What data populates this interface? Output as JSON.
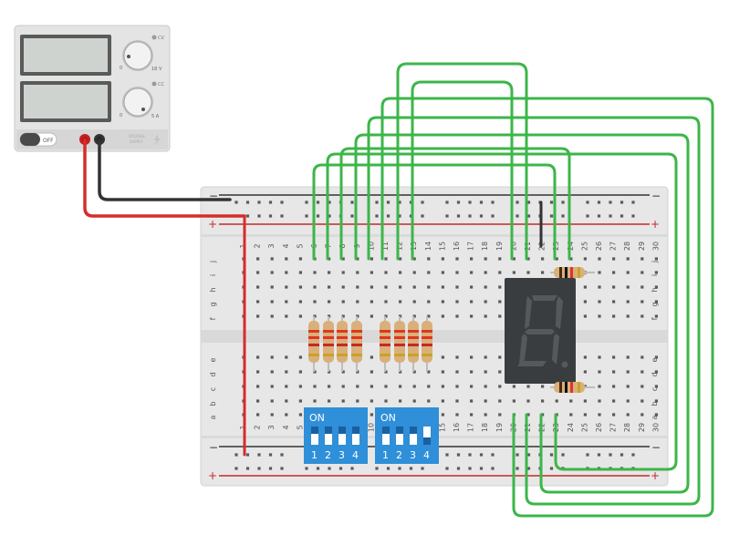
{
  "power_supply": {
    "knob1_label": "18 V",
    "knob1_min": "0",
    "knob2_label": "5 A",
    "knob2_min": "0",
    "cv_label": "CV",
    "cc_label": "CC",
    "switch_label": "OFF",
    "brand_line1": "VOLTAGE",
    "brand_line2": "SUPPLY"
  },
  "breadboard": {
    "columns": [
      "1",
      "2",
      "3",
      "4",
      "5",
      "6",
      "7",
      "8",
      "9",
      "10",
      "11",
      "12",
      "13",
      "14",
      "15",
      "16",
      "17",
      "18",
      "19",
      "20",
      "21",
      "22",
      "23",
      "24",
      "25",
      "26",
      "27",
      "28",
      "29",
      "30"
    ],
    "rows_top": [
      "j",
      "i",
      "h",
      "g",
      "f"
    ],
    "rows_bottom": [
      "e",
      "d",
      "c",
      "b",
      "a"
    ],
    "rail_minus": "−",
    "rail_plus": "+"
  },
  "dip_switches": [
    {
      "on_label": "ON",
      "numbers": [
        "1",
        "2",
        "3",
        "4"
      ]
    },
    {
      "on_label": "ON",
      "numbers": [
        "1",
        "2",
        "3",
        "4"
      ]
    }
  ],
  "colors": {
    "green_wire": "#3cb64a",
    "red_wire": "#d62c2c",
    "black_wire": "#333333",
    "dip_blue": "#2f8fd8",
    "display_body": "#3a3d40"
  }
}
